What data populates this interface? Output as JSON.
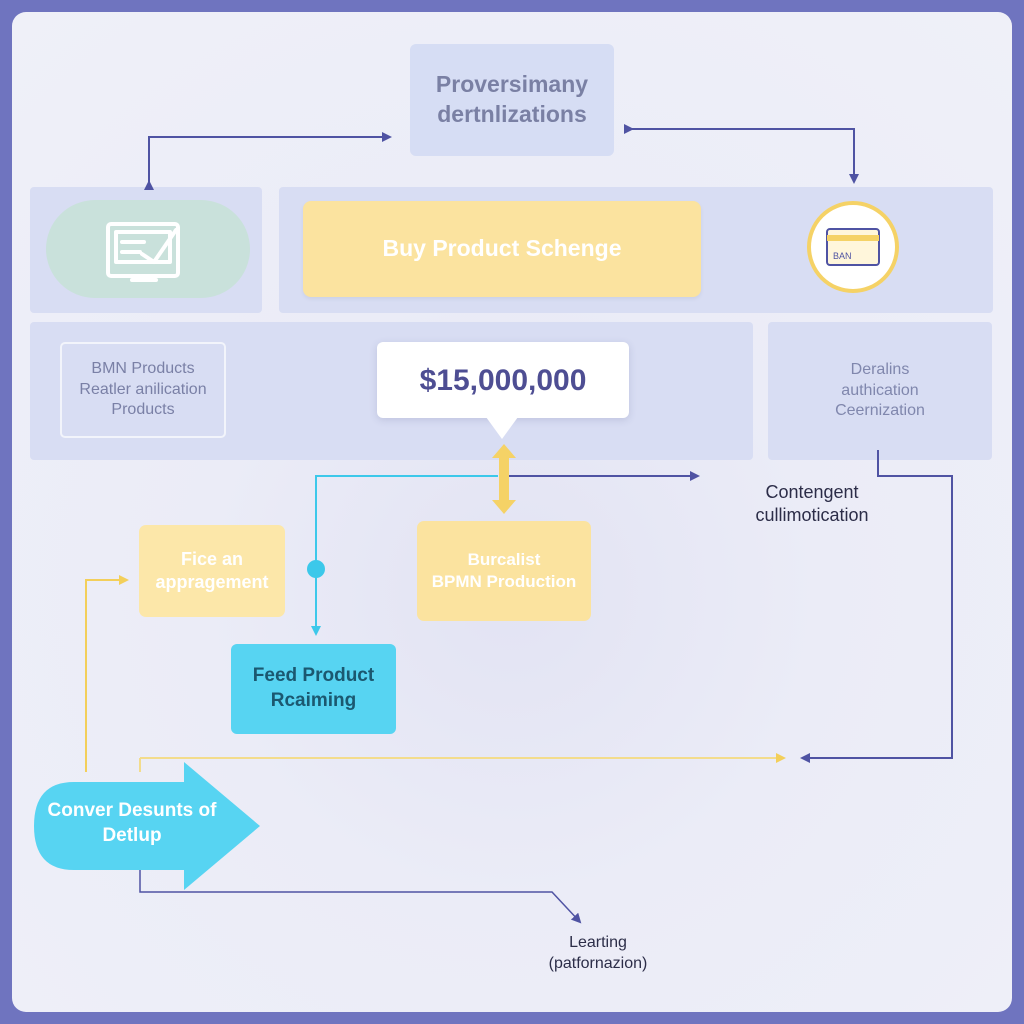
{
  "diagram": {
    "top_box": "Proversimany\ndertnlizations",
    "buy_box": "Buy Product Schenge",
    "card_badge_text": "BAN",
    "bmn_box": "BMN Products\nReatler anilication\nProducts",
    "amount": "$15,000,000",
    "details": "Deralins\nauthication\nCeernization",
    "contengent": "Contengent\ncullimotication",
    "fice_box": "Fice an\nappragement",
    "burcalist_box": "Burcalist\nBPMN Production",
    "feed_box": "Feed Product\nRcaiming",
    "conver": "Conver Desunts of\nDetlup",
    "learning": "Learting\n(patfornazion)"
  },
  "icons": {
    "left_pill": "checklist-document-icon",
    "card_badge": "credit-card-icon"
  },
  "colors": {
    "frame": "#6f74bf",
    "navy_line": "#4f53a3",
    "cyan": "#57d4f2",
    "yellow": "#fbe39f",
    "pill_green": "#c9e1db"
  }
}
